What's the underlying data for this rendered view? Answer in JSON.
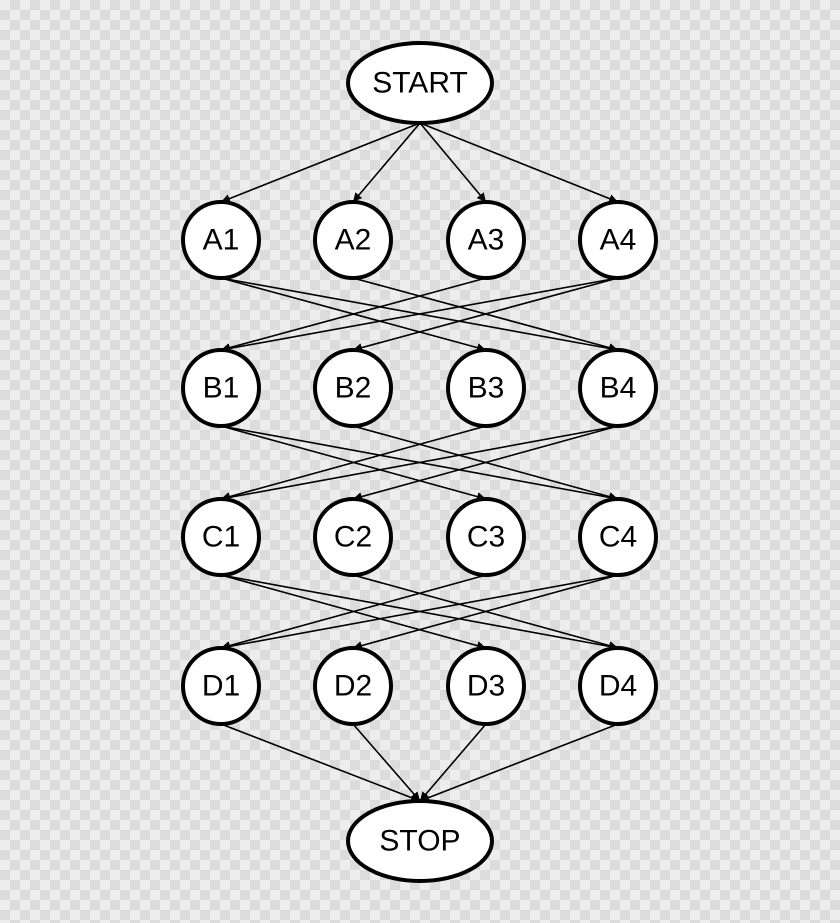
{
  "diagram": {
    "type": "directed-graph",
    "colors": {
      "stroke": "#000000",
      "node_fill": "#ffffff",
      "text": "#000000"
    },
    "nodes": [
      {
        "id": "START",
        "label": "START",
        "shape": "ellipse"
      },
      {
        "id": "A1",
        "label": "A1",
        "shape": "circle"
      },
      {
        "id": "A2",
        "label": "A2",
        "shape": "circle"
      },
      {
        "id": "A3",
        "label": "A3",
        "shape": "circle"
      },
      {
        "id": "A4",
        "label": "A4",
        "shape": "circle"
      },
      {
        "id": "B1",
        "label": "B1",
        "shape": "circle"
      },
      {
        "id": "B2",
        "label": "B2",
        "shape": "circle"
      },
      {
        "id": "B3",
        "label": "B3",
        "shape": "circle"
      },
      {
        "id": "B4",
        "label": "B4",
        "shape": "circle"
      },
      {
        "id": "C1",
        "label": "C1",
        "shape": "circle"
      },
      {
        "id": "C2",
        "label": "C2",
        "shape": "circle"
      },
      {
        "id": "C3",
        "label": "C3",
        "shape": "circle"
      },
      {
        "id": "C4",
        "label": "C4",
        "shape": "circle"
      },
      {
        "id": "D1",
        "label": "D1",
        "shape": "circle"
      },
      {
        "id": "D2",
        "label": "D2",
        "shape": "circle"
      },
      {
        "id": "D3",
        "label": "D3",
        "shape": "circle"
      },
      {
        "id": "D4",
        "label": "D4",
        "shape": "circle"
      },
      {
        "id": "STOP",
        "label": "STOP",
        "shape": "ellipse"
      }
    ],
    "edges": [
      [
        "START",
        "A1"
      ],
      [
        "START",
        "A2"
      ],
      [
        "START",
        "A3"
      ],
      [
        "START",
        "A4"
      ],
      [
        "A1",
        "B3"
      ],
      [
        "A1",
        "B4"
      ],
      [
        "A2",
        "B4"
      ],
      [
        "A3",
        "B1"
      ],
      [
        "A4",
        "B1"
      ],
      [
        "A4",
        "B2"
      ],
      [
        "B1",
        "C3"
      ],
      [
        "B1",
        "C4"
      ],
      [
        "B2",
        "C4"
      ],
      [
        "B3",
        "C1"
      ],
      [
        "B4",
        "C1"
      ],
      [
        "B4",
        "C2"
      ],
      [
        "C1",
        "D3"
      ],
      [
        "C1",
        "D4"
      ],
      [
        "C2",
        "D4"
      ],
      [
        "C3",
        "D1"
      ],
      [
        "C4",
        "D1"
      ],
      [
        "C4",
        "D2"
      ],
      [
        "D1",
        "STOP"
      ],
      [
        "D2",
        "STOP"
      ],
      [
        "D3",
        "STOP"
      ],
      [
        "D4",
        "STOP"
      ]
    ]
  }
}
